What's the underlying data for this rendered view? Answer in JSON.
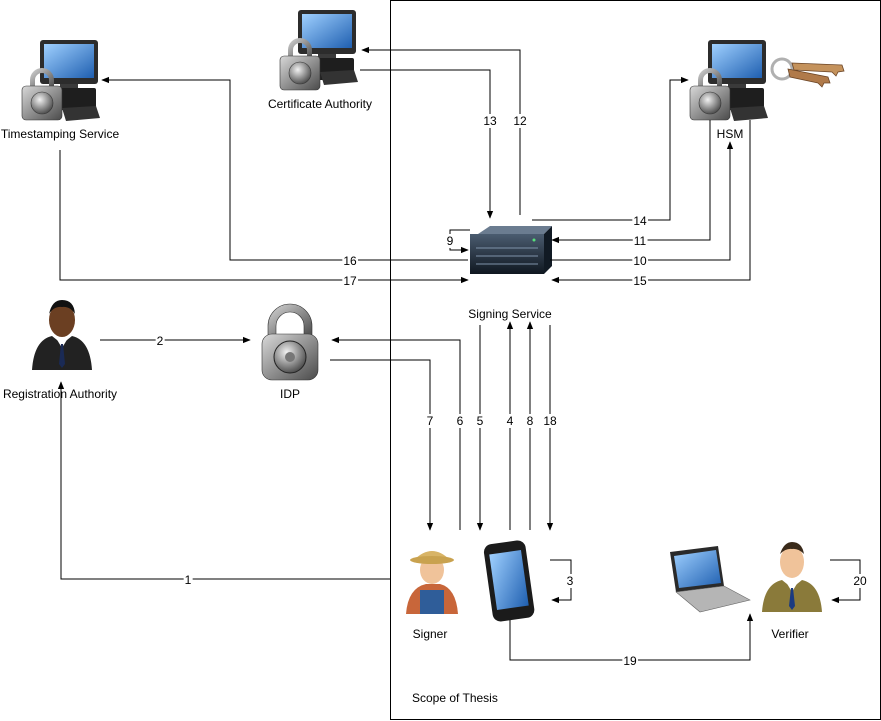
{
  "nodes": {
    "timestamping": {
      "label": "Timestamping Service",
      "icon": "locked-computer-icon"
    },
    "ca": {
      "label": "Certificate Authority",
      "icon": "locked-computer-icon"
    },
    "hsm": {
      "label": "HSM",
      "icon": "locked-computer-with-keys-icon"
    },
    "signing": {
      "label": "Signing Service",
      "icon": "server-icon"
    },
    "ra": {
      "label": "Registration Authority",
      "icon": "businessman-icon"
    },
    "idp": {
      "label": "IDP",
      "icon": "padlock-icon"
    },
    "signer": {
      "label": "Signer",
      "icon": "farmer-icon"
    },
    "phone": {
      "label": "",
      "icon": "smartphone-icon"
    },
    "laptop": {
      "label": "",
      "icon": "laptop-icon"
    },
    "verifier": {
      "label": "Verifier",
      "icon": "businessman-icon"
    }
  },
  "scope_label": "Scope of Thesis",
  "edges": {
    "e1": "1",
    "e2": "2",
    "e3": "3",
    "e4": "4",
    "e5": "5",
    "e6": "6",
    "e7": "7",
    "e8": "8",
    "e9": "9",
    "e10": "10",
    "e11": "11",
    "e12": "12",
    "e13": "13",
    "e14": "14",
    "e15": "15",
    "e16": "16",
    "e17": "17",
    "e18": "18",
    "e19": "19",
    "e20": "20"
  },
  "colors": {
    "line": "#000000",
    "suit": "#2b2b2b",
    "skin": "#7a4a2a",
    "verifier_suit": "#8a7a3a"
  }
}
